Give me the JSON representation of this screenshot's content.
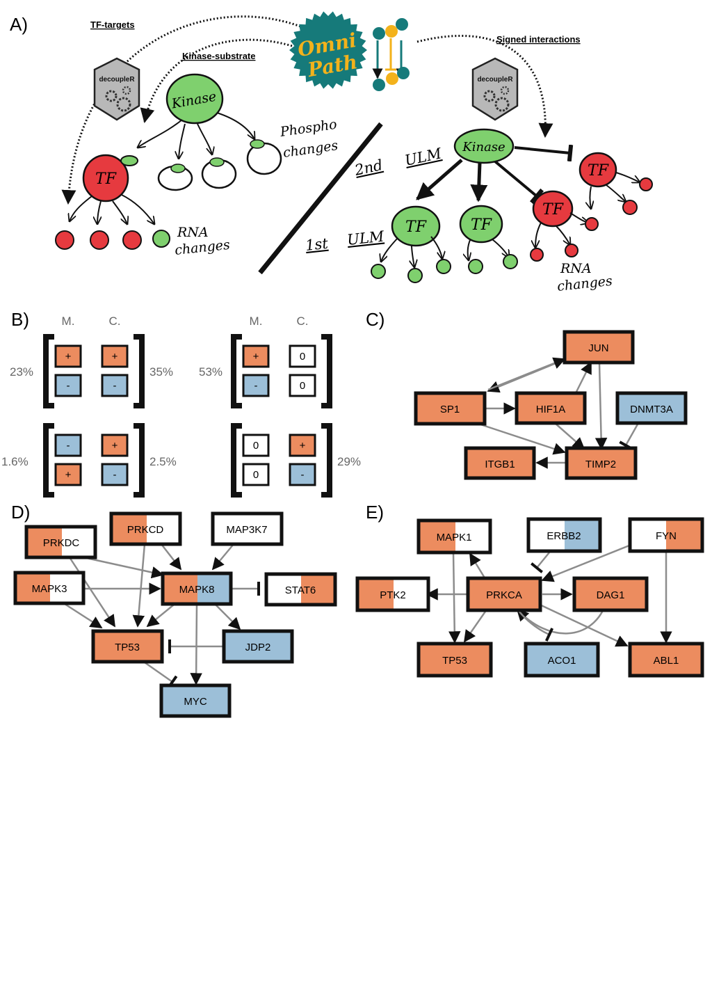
{
  "colors": {
    "orange": "#ec8c5f",
    "blue": "#9cbfd8",
    "white": "#ffffff",
    "green": "#7fd06e",
    "red": "#e63a3f",
    "teal": "#167a7a",
    "gold": "#f3b21b",
    "gray_edge": "#8c8c8c",
    "gray_text": "#666666"
  },
  "panel_a": {
    "label": "A)",
    "tf_targets": "TF-targets",
    "kinase_substrate": "Kinase-substrate",
    "signed_interactions": "Signed interactions",
    "omni_line1": "Omni",
    "omni_line2": "Path",
    "decoupler": "decoupleR",
    "kinase": "Kinase",
    "tf": "TF",
    "phospho_line1": "Phospho",
    "phospho_line2": "changes",
    "rna_line1": "RNA",
    "rna_line2": "changes",
    "second": "2nd",
    "first": "1st",
    "ulm": "ULM"
  },
  "panel_b": {
    "label": "B)",
    "col_m": "M.",
    "col_c": "C.",
    "pct_23": "23%",
    "pct_35": "35%",
    "pct_53": "53%",
    "pct_1_6": "1.6%",
    "pct_2_5": "2.5%",
    "pct_29": "29%",
    "plus": "+",
    "minus": "-",
    "zero": "0"
  },
  "panel_c": {
    "label": "C)",
    "jun": "JUN",
    "sp1": "SP1",
    "hif1a": "HIF1A",
    "dnmt3a": "DNMT3A",
    "itgb1": "ITGB1",
    "timp2": "TIMP2"
  },
  "panel_d": {
    "label": "D)",
    "prkdc": "PRKDC",
    "prkcd": "PRKCD",
    "map3k7": "MAP3K7",
    "mapk3": "MAPK3",
    "mapk8": "MAPK8",
    "stat6": "STAT6",
    "tp53": "TP53",
    "jdp2": "JDP2",
    "myc": "MYC"
  },
  "panel_e": {
    "label": "E)",
    "mapk1": "MAPK1",
    "erbb2": "ERBB2",
    "fyn": "FYN",
    "ptk2": "PTK2",
    "prkca": "PRKCA",
    "dag1": "DAG1",
    "tp53": "TP53",
    "aco1": "ACO1",
    "abl1": "ABL1"
  }
}
